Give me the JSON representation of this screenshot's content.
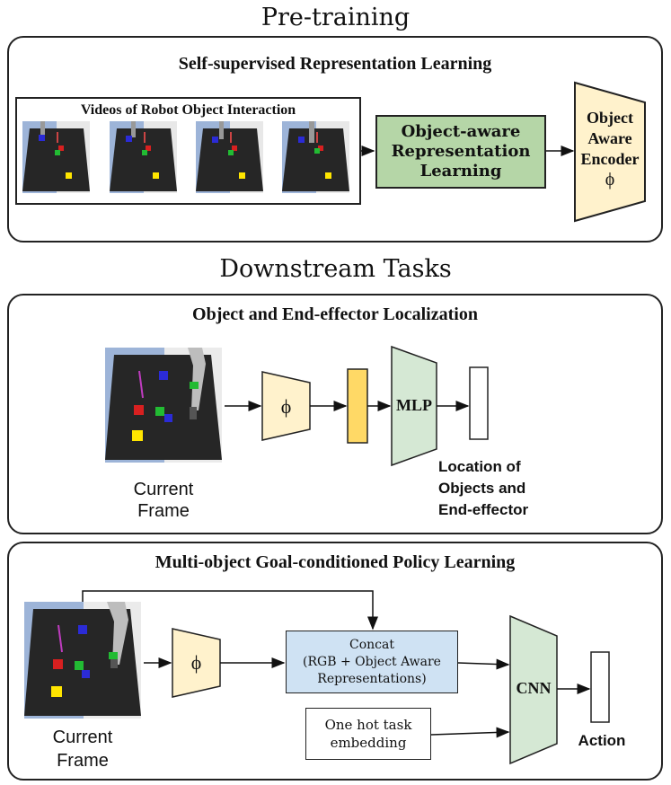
{
  "pretraining": {
    "heading": "Pre-training",
    "panel_title": "Self-supervised Representation Learning",
    "videos_label": "Videos of Robot Object  Interaction",
    "repr_box": [
      "Object-aware",
      "Representation",
      "Learning"
    ],
    "encoder": [
      "Object",
      "Aware",
      "Encoder",
      "ϕ"
    ]
  },
  "downstream": {
    "heading": "Downstream Tasks",
    "localization": {
      "panel_title": "Object and End-effector Localization",
      "frame_label": [
        "Current",
        "Frame"
      ],
      "phi": "ϕ",
      "mlp": "MLP",
      "output_label": [
        "Location of",
        "Objects and",
        "End-effector"
      ]
    },
    "policy": {
      "panel_title": "Multi-object Goal-conditioned Policy Learning",
      "frame_label": [
        "Current",
        "Frame"
      ],
      "phi": "ϕ",
      "concat": [
        "Concat",
        "(RGB + Object Aware",
        "Representations)"
      ],
      "onehot": [
        "One hot task",
        "embedding"
      ],
      "cnn": "CNN",
      "action": "Action"
    }
  },
  "colors": {
    "green_box": "#b5d6a7",
    "encoder_fill": "#fff2cc",
    "feature_fill": "#ffd966",
    "mlp_fill": "#d5e8d4",
    "concat_fill": "#cfe2f3"
  }
}
